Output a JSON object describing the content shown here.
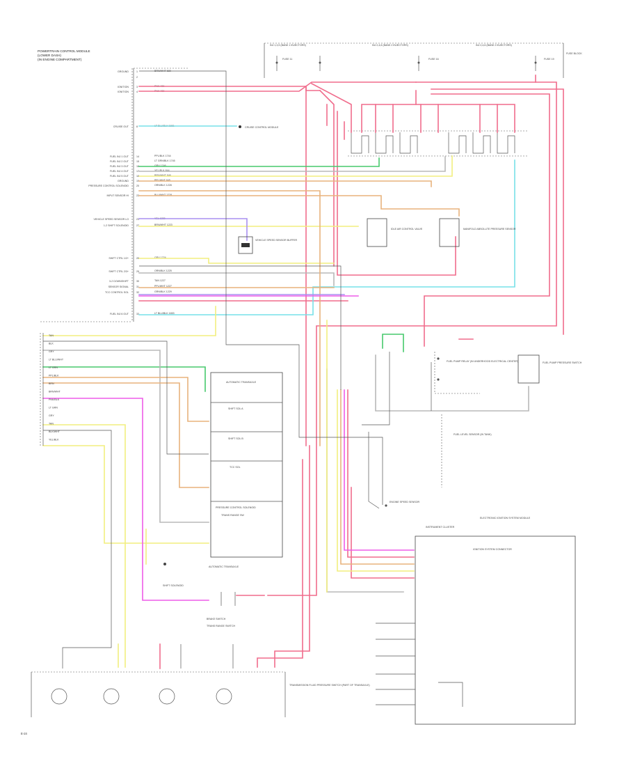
{
  "page_label": "E-24",
  "pcm": {
    "title_lines": [
      "POWERTRAIN CONTROL MODULE",
      "(LOWER DASH)",
      "(IN ENGINE COMPARTMENT)"
    ],
    "pins": [
      {
        "n": "1",
        "label": "GROUND",
        "wire": "BRN/WHT  680"
      },
      {
        "n": "2",
        "label": "",
        "wire": ""
      },
      {
        "n": "3",
        "label": "IGNITION",
        "wire": "PNK  439"
      },
      {
        "n": "4",
        "label": "IGNITION",
        "wire": "PNK  439"
      },
      {
        "n": "8",
        "label": "CRUISE OUT",
        "wire": "LT BLU/BLK  1651"
      },
      {
        "n": "14",
        "label": "FUEL INJ 1 OUT",
        "wire": "PPL/BLK  1744"
      },
      {
        "n": "15",
        "label": "FUEL INJ 2 OUT",
        "wire": "LT GRN/BLK  1745"
      },
      {
        "n": "16",
        "label": "FUEL INJ 3 OUT",
        "wire": "GRY  1746"
      },
      {
        "n": "17",
        "label": "FUEL INJ 4 OUT",
        "wire": "YEL/BLK  844"
      },
      {
        "n": "18",
        "label": "FUEL INJ 5 OUT",
        "wire": "BRN/WHT  846"
      },
      {
        "n": "19",
        "label": "GROUND",
        "wire": "PPL/WHT  845"
      },
      {
        "n": "20",
        "label": "PRESSURE CONTROL SOLENOID",
        "wire": "ORN/BLK  1228"
      },
      {
        "n": "22",
        "label": "INPUT SENSOR HI",
        "wire": "BLU/WHT  1228"
      },
      {
        "n": "23",
        "label": "VEHICLE SPEED SENSOR LO",
        "wire": "YEL  1230"
      },
      {
        "n": "27",
        "label": "1-2 SHIFT SOLENOID",
        "wire": "BRN/WHT  1223"
      },
      {
        "n": "28",
        "label": "SHIFT CTRL 1/2+",
        "wire": "GRY  1224"
      },
      {
        "n": "29",
        "label": "SHIFT CTRL 2/3+",
        "wire": "ORN/BLK  1225"
      },
      {
        "n": "30",
        "label": "3-2 DOWNSHIFT",
        "wire": "TAN  1227"
      },
      {
        "n": "31",
        "label": "SENSOR SIGNAL",
        "wire": "PPL/WHT  1227"
      },
      {
        "n": "32",
        "label": "TCC CONTROL SOL",
        "wire": "GRN/BLK  1229"
      },
      {
        "n": "33",
        "label": "FUEL INJ 6 OUT",
        "wire": "LT BLU/BLK  1653"
      }
    ]
  },
  "lower_harness": {
    "wires": [
      "TAN",
      "BLK",
      "GRY",
      "LT BLU/WHT",
      "LT GRN",
      "PPL/BLK",
      "BRN",
      "BRN/WHT",
      "PNK/BLK",
      "LT GRN",
      "GRY",
      "TAN",
      "BLK/WHT",
      "YEL/BLK"
    ]
  },
  "top_injectors": {
    "labels": [
      "INJ 1,3,5 (BANK 1 INJECTORS)",
      "INJ 2,4,6 (BANK 2 INJECTORS)",
      "INJ 2,4,6 (BANK 2 INJECTORS)"
    ],
    "fuse_label": "FUSE BLOCK",
    "fuse_texts": [
      "FUSE 11",
      "FUSE 16",
      "FUSE 19"
    ]
  },
  "components": {
    "cruise_ctrl": "CRUISE CONTROL MODULE",
    "vss": "VEHICLE SPEED SENSOR BUFFER",
    "idle_air": "IDLE AIR CONTROL VALVE",
    "map_sensor": "MANIFOLD ABSOLUTE PRESSURE SENSOR",
    "trans_box": {
      "title": "AUTOMATIC TRANSAXLE",
      "rows": [
        "SHIFT SOL A",
        "SHIFT SOL B",
        "TCC SOL",
        "PRESSURE CONTROL SOLENOID",
        "TRANS RANGE SW"
      ]
    },
    "fuel_pump_relay": "FUEL PUMP RELAY (IN UNDERHOOD ELECTRICAL CENTER)",
    "fuel_pump_pressure": "FUEL PUMP PRESSURE SWITCH",
    "fuel_level": "FUEL LEVEL SENSOR (IN TANK)",
    "engine_speed": "ENGINE SPEED SENSOR",
    "instrument": "INSTRUMENT CLUSTER",
    "ecm": "ELECTRONIC IGNITION SYSTEM MODULE",
    "ecm_inner": "IGNITION SYSTEM CONNECTOR",
    "brake_switch": "BRAKE SWITCH",
    "trans_range": "TRANS RANGE SWITCH",
    "shift_solenoid": "SHIFT SOLENOID",
    "auto_trans_label": "AUTOMATIC TRANSAXLE",
    "bottom_switch": "TRANSMISSION FLUID PRESSURE SWITCH (PART OF TRANSAXLE)"
  }
}
